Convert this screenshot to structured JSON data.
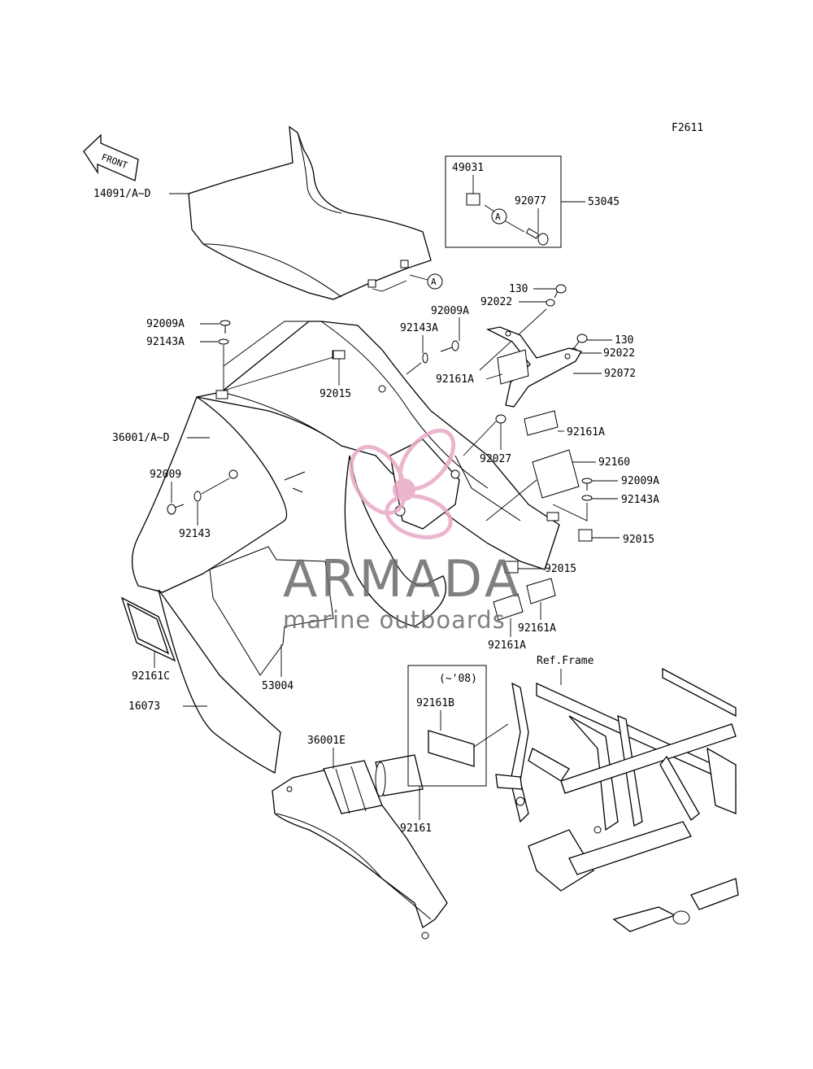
{
  "diagram_code": "F2611",
  "front_label": "FRONT",
  "ref_frame": "Ref.Frame",
  "year_note": "(~'08)",
  "kit_callout": "A",
  "watermark": {
    "brand": "ARMADA",
    "tagline": "marine outboards",
    "accent_color": "#e8a9c6"
  },
  "parts": {
    "p14091": "14091/A~D",
    "p49031": "49031",
    "p92077": "92077",
    "p53045": "53045",
    "p130a": "130",
    "p92022a": "92022",
    "p92009A_a": "92009A",
    "p92143A_a": "92143A",
    "p92009A_b": "92009A",
    "p92143A_b": "92143A",
    "p130b": "130",
    "p92022b": "92022",
    "p92161A_a": "92161A",
    "p92072": "92072",
    "p92015_a": "92015",
    "p92161A_b": "92161A",
    "p36001": "36001/A~D",
    "p92027": "92027",
    "p92160": "92160",
    "p92009": "92009",
    "p92009A_c": "92009A",
    "p92143A_c": "92143A",
    "p92143": "92143",
    "p92015_b": "92015",
    "p92015_c": "92015",
    "p92161A_c": "92161A",
    "p92161A_d": "92161A",
    "p92161C": "92161C",
    "p53004": "53004",
    "p16073": "16073",
    "p92161B": "92161B",
    "p36001E": "36001E",
    "p92161": "92161"
  }
}
